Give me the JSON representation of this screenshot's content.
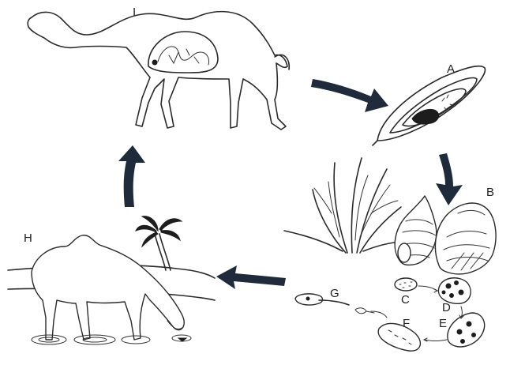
{
  "labels": {
    "I": "I",
    "A": "A",
    "B": "B",
    "C": "C",
    "D": "D",
    "E": "E",
    "F": "F",
    "G": "G",
    "H": "H"
  },
  "colors": {
    "ink": "#2a2a2a",
    "arrow": "#1f2b3a",
    "background": "#ffffff"
  }
}
